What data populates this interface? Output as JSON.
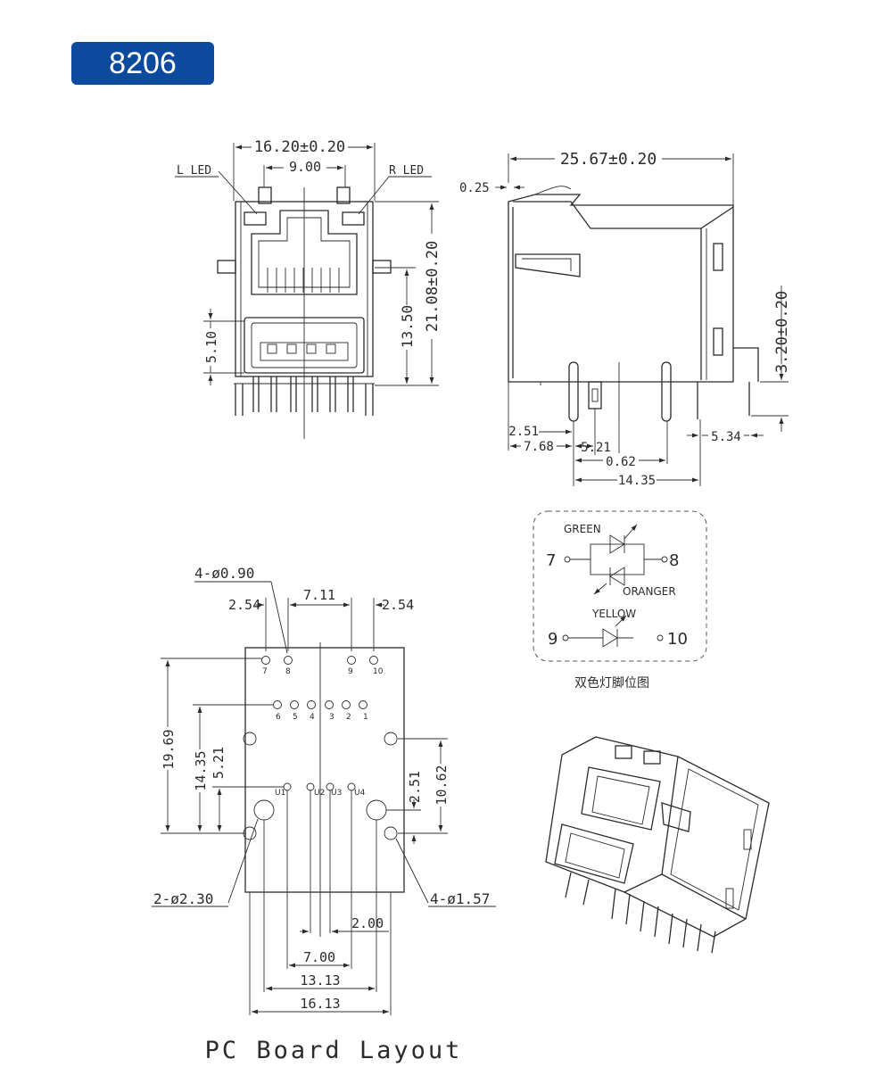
{
  "badge": "8206",
  "front": {
    "width": "16.20±0.20",
    "led_pitch": "9.00",
    "left_led": "L LED",
    "right_led": "R LED",
    "height": "21.08±0.20",
    "rj_height": "13.50",
    "usb_height": "5.10"
  },
  "side": {
    "length": "25.67±0.20",
    "thickness": "0.25",
    "standoff": "3.20±0.20",
    "d1": "2.51",
    "d2": "7.68",
    "d3": "5.21",
    "d4": "0.62",
    "d5": "14.35",
    "d6": "5.34"
  },
  "led": {
    "green": "GREEN",
    "orange": "ORANGER",
    "yellow": "YELLOW",
    "p7": "7",
    "p8": "8",
    "p9": "9",
    "p10": "10",
    "caption": "双色灯脚位图"
  },
  "pcb": {
    "holes_small": "4-ø0.90",
    "pitch_left": "2.54",
    "pitch_mid": "7.11",
    "pitch_right": "2.54",
    "h_total": "19.69",
    "h2": "14.35",
    "h3": "5.21",
    "v_right1": "2.51",
    "v_right2": "10.62",
    "big_holes": "2-ø2.30",
    "med_holes": "4-ø1.57",
    "w1": "2.00",
    "w2": "7.00",
    "w3": "13.13",
    "w4": "16.13",
    "pin_labels": [
      "6",
      "5",
      "4",
      "3",
      "2",
      "1"
    ],
    "led_pins": [
      "7",
      "8",
      "9",
      "10"
    ],
    "usb_pins": [
      "U1",
      "U2",
      "U3",
      "U4"
    ],
    "title": "PC Board Layout"
  }
}
